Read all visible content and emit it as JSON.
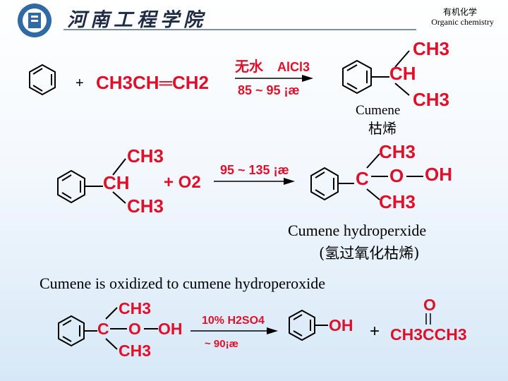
{
  "header": {
    "school": "河南工程学院",
    "course_cn": "有机化学",
    "course_en": "Organic chemistry"
  },
  "reaction1": {
    "plus": "+",
    "reactant": "CH3CH═CH2",
    "cond_top_cn": "无水",
    "cond_top": "AlCl3",
    "cond_bottom": "85 ~ 95 ¡æ",
    "product_ch3_top": "CH3",
    "product_ch": "CH",
    "product_ch3_bottom": "CH3",
    "name_en": "Cumene",
    "name_cn": "枯烯"
  },
  "reaction2": {
    "ch3_top": "CH3",
    "ch": "CH",
    "ch3_bottom": "CH3",
    "plus_o2": "+ O2",
    "cond": "95 ~ 135 ¡æ",
    "prod_ch3_top": "CH3",
    "prod_c": "C",
    "prod_o": "O",
    "prod_oh": "OH",
    "prod_ch3_bottom": "CH3",
    "name_en": "Cumene hydroperxide",
    "name_cn": "(氢过氧化枯烯)"
  },
  "caption": "Cumene is oxidized to cumene hydroperoxide",
  "reaction3": {
    "ch3_top": "CH3",
    "c": "C",
    "o": "O",
    "oh": "OH",
    "ch3_bottom": "CH3",
    "cond_top": "10% H2SO4",
    "cond_bottom": "~ 90¡æ",
    "phenol_oh": "OH",
    "plus": "+",
    "acetone_o": "O",
    "acetone": "CH3CCH3"
  },
  "colors": {
    "red": "#e0102a",
    "text": "#000000",
    "background_bottom": "#d6e8f7"
  }
}
